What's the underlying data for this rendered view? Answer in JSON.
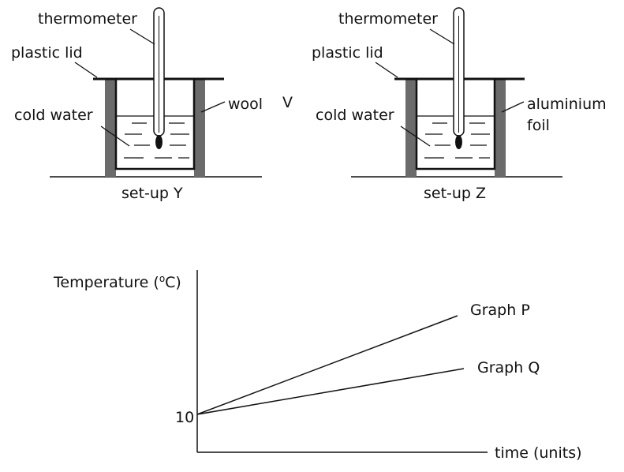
{
  "setup_y": {
    "thermometer_label": "thermometer",
    "lid_label": "plastic lid",
    "water_label": "cold water",
    "insulator_label": "wool",
    "caption": "set-up Y",
    "stray_label": "V"
  },
  "setup_z": {
    "thermometer_label": "thermometer",
    "lid_label": "plastic lid",
    "water_label": "cold water",
    "insulator_label_line1": "aluminium",
    "insulator_label_line2": "foil",
    "caption": "set-up Z"
  },
  "chart_data": {
    "type": "line",
    "ylabel": "Temperature (oC)",
    "ylabel_main": "Temperature (",
    "ylabel_sup": "o",
    "ylabel_end": "C)",
    "xlabel": "time (units)",
    "y_tick_label": "10",
    "series": [
      {
        "name": "Graph P",
        "start": 10,
        "relative_slope": 2
      },
      {
        "name": "Graph Q",
        "start": 10,
        "relative_slope": 1
      }
    ]
  },
  "colors": {
    "insulator": "#6b6b6b",
    "line": "#111111"
  }
}
